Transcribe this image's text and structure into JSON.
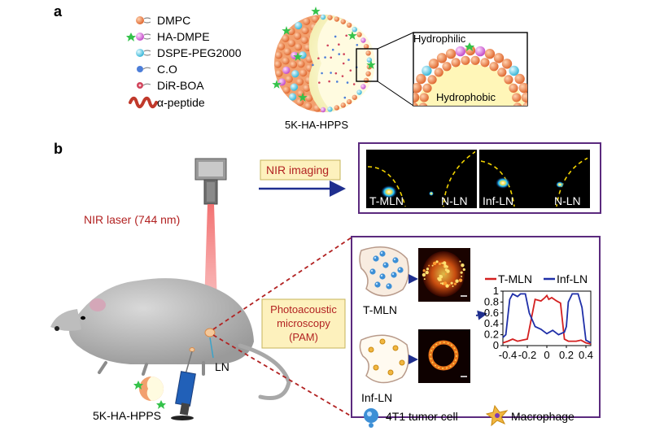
{
  "panel_a": {
    "label": "a",
    "legend": [
      {
        "text": "DMPC",
        "icon": "dmpc-lipid-icon"
      },
      {
        "text": "HA-DMPE",
        "icon": "ha-dmpe-lipid-icon"
      },
      {
        "text": "DSPE-PEG2000",
        "icon": "dspe-peg2000-lipid-icon"
      },
      {
        "text": "C.O",
        "icon": "cholesteryl-oleate-icon"
      },
      {
        "text": "DiR-BOA",
        "icon": "dir-boa-icon"
      },
      {
        "text": "α-peptide",
        "icon": "alpha-peptide-helix-icon"
      }
    ],
    "particle_label": "5K-HA-HPPS",
    "zoom_hydrophilic": "Hydrophilic",
    "zoom_hydrophobic": "Hydrophobic"
  },
  "panel_b": {
    "label": "b",
    "laser_label": "NIR laser (744 nm)",
    "ln_label": "LN",
    "injection_label": "5K-HA-HPPS",
    "nir_label": "NIR imaging",
    "nir_tiles": [
      "T-MLN",
      "N-LN",
      "Inf-LN",
      "N-LN"
    ],
    "pam_label": [
      "Photoacoustic",
      "microscopy",
      "(PAM)"
    ],
    "tmln_label": "T-MLN",
    "infln_label": "Inf-LN",
    "bottom_legend": [
      {
        "text": "4T1 tumor cell",
        "icon": "tumor-cell-icon"
      },
      {
        "text": "Macrophage",
        "icon": "macrophage-icon"
      }
    ]
  },
  "colors": {
    "purple_frame": "#5b2a7e",
    "nir_box_fill": "#fdf1bd",
    "laser_text": "#b22222",
    "series_tmln": "#d42020",
    "series_infln": "#1f2fa8",
    "arrow_blue": "#1f2f8f",
    "lipid_orange": "#f0905a",
    "star_green": "#34c24a"
  },
  "chart_data": {
    "type": "line",
    "series": [
      {
        "name": "T-MLN",
        "color": "#d42020",
        "x": [
          -0.45,
          -0.4,
          -0.35,
          -0.3,
          -0.25,
          -0.2,
          -0.18,
          -0.12,
          -0.06,
          -0.02,
          0.0,
          0.02,
          0.05,
          0.1,
          0.14,
          0.18,
          0.22,
          0.3,
          0.35,
          0.4,
          0.45
        ],
        "y": [
          0.05,
          0.08,
          0.12,
          0.08,
          0.1,
          0.12,
          0.3,
          0.85,
          0.82,
          0.88,
          0.92,
          0.85,
          0.88,
          0.82,
          0.78,
          0.12,
          0.08,
          0.08,
          0.1,
          0.05,
          0.03
        ]
      },
      {
        "name": "Inf-LN",
        "color": "#1f2fa8",
        "x": [
          -0.45,
          -0.42,
          -0.38,
          -0.35,
          -0.3,
          -0.27,
          -0.22,
          -0.18,
          -0.12,
          -0.06,
          0.0,
          0.06,
          0.12,
          0.18,
          0.2,
          0.22,
          0.26,
          0.32,
          0.36,
          0.4,
          0.45
        ],
        "y": [
          0.15,
          0.2,
          0.85,
          0.95,
          0.9,
          0.95,
          0.95,
          0.6,
          0.35,
          0.3,
          0.22,
          0.28,
          0.2,
          0.25,
          0.35,
          0.8,
          0.95,
          0.95,
          0.7,
          0.1,
          0.05
        ]
      }
    ],
    "xlim": [
      -0.45,
      0.45
    ],
    "ylim": [
      0,
      1.0
    ],
    "xticks": [
      -0.4,
      -0.2,
      0,
      0.2,
      0.4
    ],
    "xtick_labels": [
      "-0.4",
      "-0.2",
      "0",
      "0.2",
      "0.4"
    ],
    "yticks": [
      0,
      0.2,
      0.4,
      0.6,
      0.8,
      1.0
    ],
    "ytick_labels": [
      "0",
      "0.2",
      "0.4",
      "0.6",
      "0.8",
      "1"
    ],
    "legend_position": "top"
  }
}
